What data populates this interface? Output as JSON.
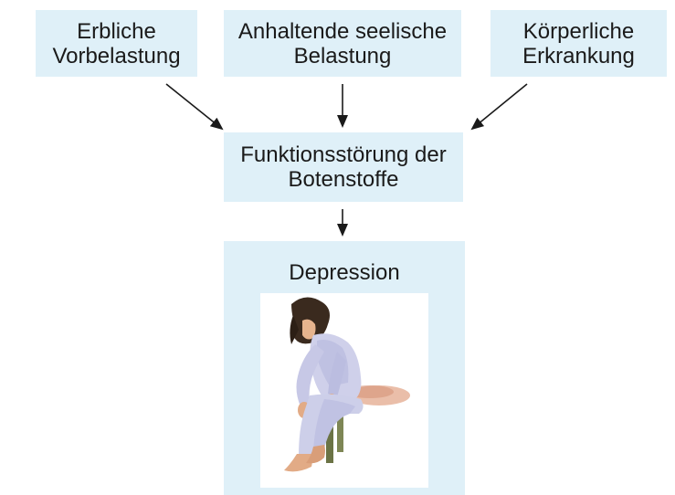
{
  "causes": [
    {
      "line1": "Erbliche",
      "line2": "Vorbelastung"
    },
    {
      "line1": "Anhaltende seelische",
      "line2": "Belastung"
    },
    {
      "line1": "Körperliche",
      "line2": "Erkrankung"
    }
  ],
  "mechanism": {
    "line1": "Funktionsstörung der",
    "line2": "Botenstoffe"
  },
  "outcome": {
    "title": "Depression",
    "illustration": "depressed-person-sitting"
  },
  "colors": {
    "box_fill": "#dff0f8",
    "arrow": "#1a1a1a",
    "text": "#1a1a1a"
  }
}
